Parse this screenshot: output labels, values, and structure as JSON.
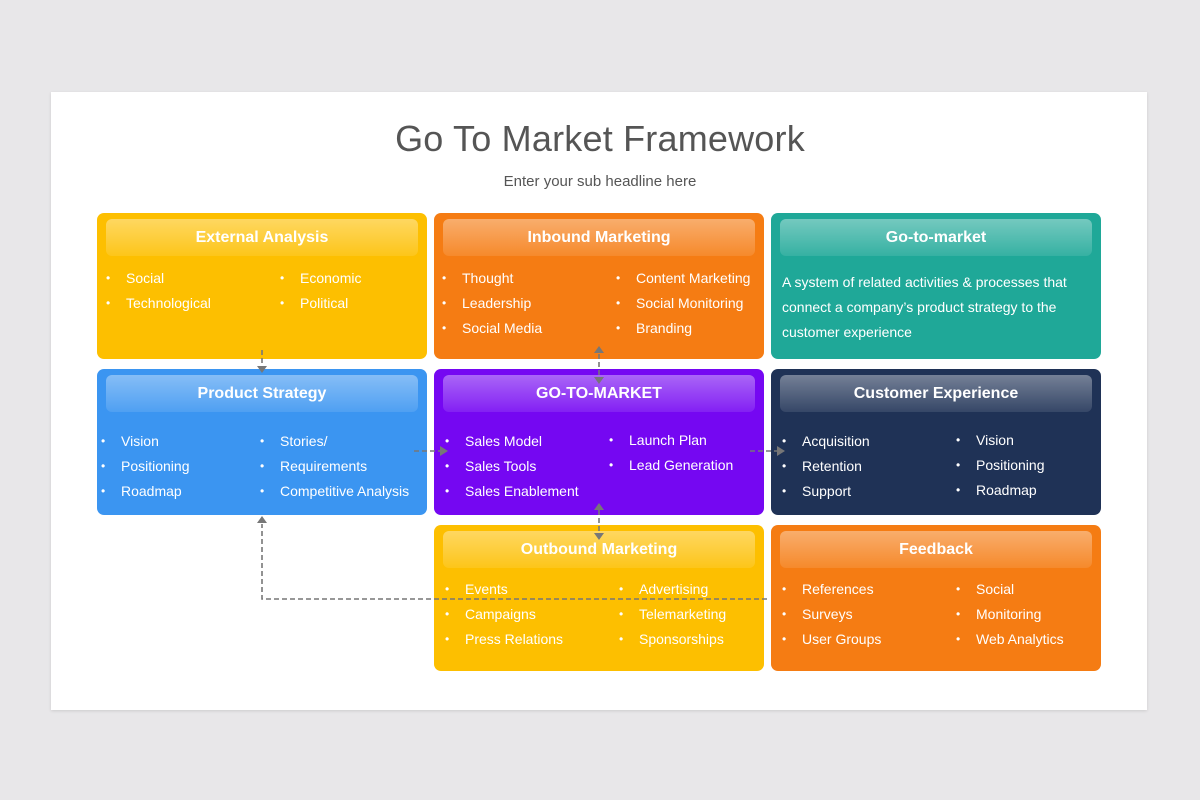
{
  "title": "Go To Market Framework",
  "subtitle": "Enter your sub headline here",
  "cards": {
    "external": {
      "title": "External Analysis",
      "color": "#FDBF00",
      "col1": [
        "Social",
        "Technological"
      ],
      "col2": [
        "Economic",
        "Political"
      ]
    },
    "inbound": {
      "title": "Inbound Marketing",
      "color": "#F57C13",
      "col1": [
        "Thought",
        "Leadership",
        "Social Media"
      ],
      "col2": [
        "Content Marketing",
        "Social Monitoring",
        "Branding"
      ]
    },
    "gotomarket": {
      "title": "Go-to-market",
      "color": "#1FA898",
      "description": "A system of related activities & processes that connect a company’s product strategy to the customer experience"
    },
    "product": {
      "title": "Product Strategy",
      "color": "#3B95F1",
      "col1": [
        "Vision",
        "Positioning",
        "Roadmap"
      ],
      "col2": [
        "Stories/",
        "Requirements",
        "Competitive Analysis"
      ]
    },
    "center": {
      "title": "GO-TO-MARKET",
      "color": "#7507F2",
      "col1": [
        "Sales Model",
        "Sales Tools",
        "Sales Enablement"
      ],
      "col2": [
        "Launch Plan",
        "Lead Generation"
      ]
    },
    "customer": {
      "title": "Customer Experience",
      "color": "#1F3256",
      "col1": [
        "Acquisition",
        "Retention",
        "Support"
      ],
      "col2": [
        "Vision",
        "Positioning",
        "Roadmap"
      ]
    },
    "outbound": {
      "title": "Outbound Marketing",
      "color": "#FDBF00",
      "col1": [
        "Events",
        "Campaigns",
        "Press Relations"
      ],
      "col2": [
        "Advertising",
        "Telemarketing",
        "Sponsorships"
      ]
    },
    "feedback": {
      "title": "Feedback",
      "color": "#F57C13",
      "col1": [
        "References",
        "Surveys",
        "User Groups"
      ],
      "col2": [
        "Social",
        "Monitoring",
        "Web Analytics"
      ]
    }
  },
  "connector_color": "#777777"
}
